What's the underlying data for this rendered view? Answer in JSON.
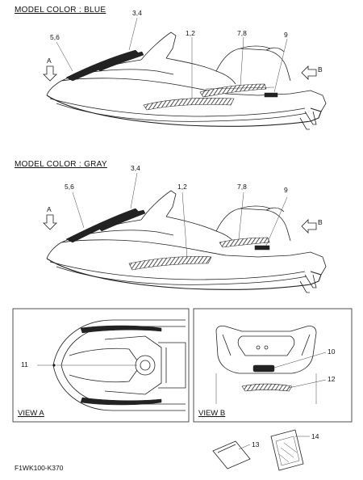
{
  "diagram": {
    "top_title": "MODEL COLOR : BLUE",
    "mid_title": "MODEL COLOR : GRAY",
    "view_a_title": "VIEW A",
    "view_b_title": "VIEW B",
    "footer_code": "F1WK100-K370",
    "callouts": {
      "top_3_4": "3,4",
      "top_5_6": "5,6",
      "top_1_2": "1,2",
      "top_7_8": "7,8",
      "top_9": "9",
      "top_a": "A",
      "top_b": "B",
      "mid_3_4": "3,4",
      "mid_5_6": "5,6",
      "mid_1_2": "1,2",
      "mid_7_8": "7,8",
      "mid_9": "9",
      "mid_a": "A",
      "mid_b": "B",
      "c11": "11",
      "c10": "10",
      "c12": "12",
      "c13": "13",
      "c14": "14"
    }
  }
}
